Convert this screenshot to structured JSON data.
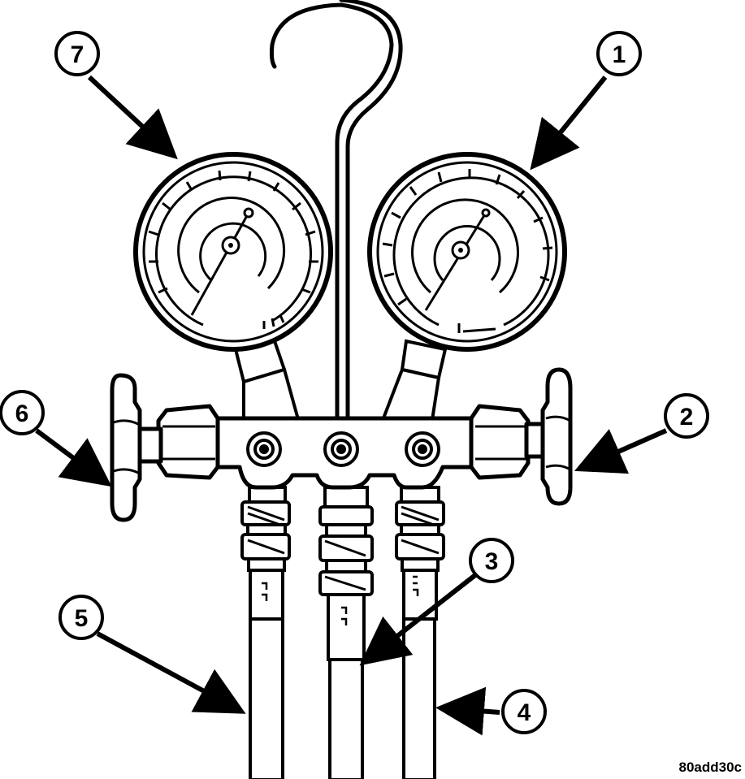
{
  "callouts": {
    "c1": "1",
    "c2": "2",
    "c3": "3",
    "c4": "4",
    "c5": "5",
    "c6": "6",
    "c7": "7"
  },
  "figure_code": "80add30c",
  "colors": {
    "ink": "#000000",
    "paper": "#ffffff"
  }
}
